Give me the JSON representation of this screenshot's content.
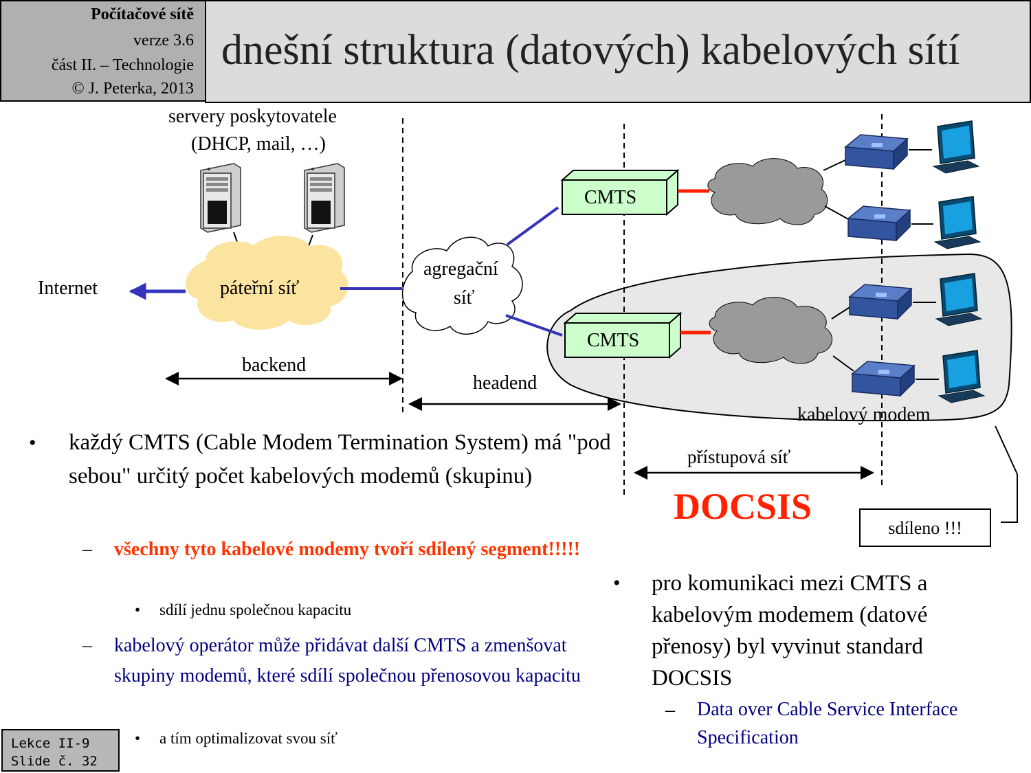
{
  "header": {
    "course": "Počítačové sítě",
    "version": "verze 3.6",
    "part": "část  II. – Technologie",
    "author": "© J. Peterka, 2013"
  },
  "title": "dnešní struktura (datových) kabelových sítí",
  "diagram": {
    "servers_label_1": "servery poskytovatele",
    "servers_label_2": "(DHCP, mail, …)",
    "internet": "Internet",
    "backbone": "páteřní síť",
    "aggregation_1": "agregační",
    "aggregation_2": "síť",
    "cmts_1": "CMTS",
    "cmts_2": "CMTS",
    "backend": "backend",
    "headend": "headend",
    "cable_modem": "kabelový modem",
    "access_network": "přístupová síť",
    "docsis": "DOCSIS",
    "shared": "sdíleno !!!"
  },
  "left_text": {
    "bullet": "každý CMTS (Cable Modem Termination System) má \"pod sebou\" určitý počet kabelových modemů (skupinu)",
    "sub1": "všechny tyto kabelové modemy tvoří sdílený segment!!!!!",
    "sub1_detail": "sdílí jednu společnou kapacitu",
    "sub2": "kabelový operátor může přidávat další CMTS a zmenšovat skupiny modemů, které sdílí společnou přenosovou kapacitu",
    "sub2_detail": "a tím optimalizovat svou síť"
  },
  "right_text": {
    "bullet": "pro komunikaci mezi CMTS a kabelovým modemem (datové přenosy) byl vyvinut standard DOCSIS",
    "sub": "Data over Cable Service Interface Specification"
  },
  "footer": {
    "line1": "Lekce II-9",
    "line2": "Slide č. 32"
  },
  "colors": {
    "header_bg": "#b0b0b0",
    "title_bg": "#dcdcdc",
    "backbone_fill": "#fbe3a0",
    "cmts_fill": "#ccffcc",
    "cloud_gray": "#9a9a9a",
    "link_blue": "#3333bb",
    "link_red": "#ff2200",
    "docsis_red": "#ff2200",
    "highlight_red": "#ff3300",
    "text_navy": "#000080",
    "shared_area": "#e8e8e8"
  }
}
